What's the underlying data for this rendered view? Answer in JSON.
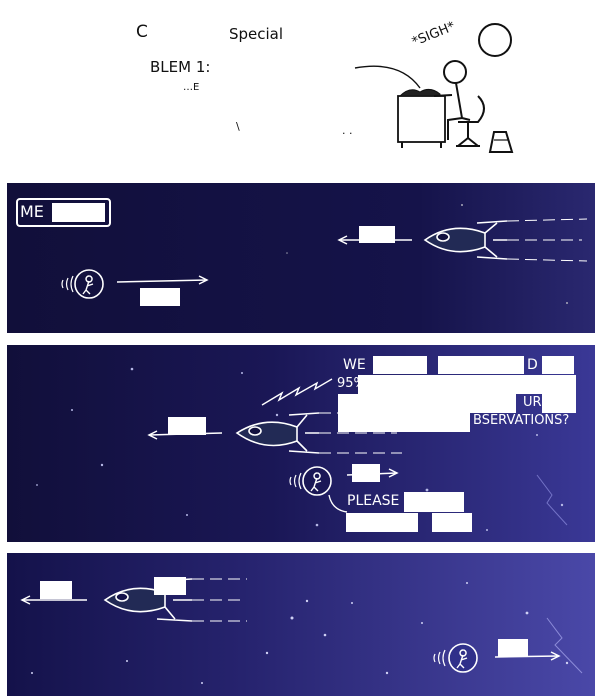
{
  "panel1": {
    "heading_left": "C",
    "heading_right": "Special",
    "problem_label": "BLEM 1:",
    "problem_sub": "…E",
    "sigh": "*SIGH*",
    "dot_left": "\\",
    "dots_right": ". ."
  },
  "panel2": {
    "label": "ME"
  },
  "panel3": {
    "speech_line1": "WE",
    "speech_line2_start": "95%",
    "speech_line2_end": "D",
    "speech_line3_end": "UR",
    "speech_line4": "BSERVATIONS?",
    "reply_line1": "PLEASE"
  },
  "colors": {
    "space": "#13113f",
    "ink": "#111111",
    "white": "#ffffff"
  }
}
